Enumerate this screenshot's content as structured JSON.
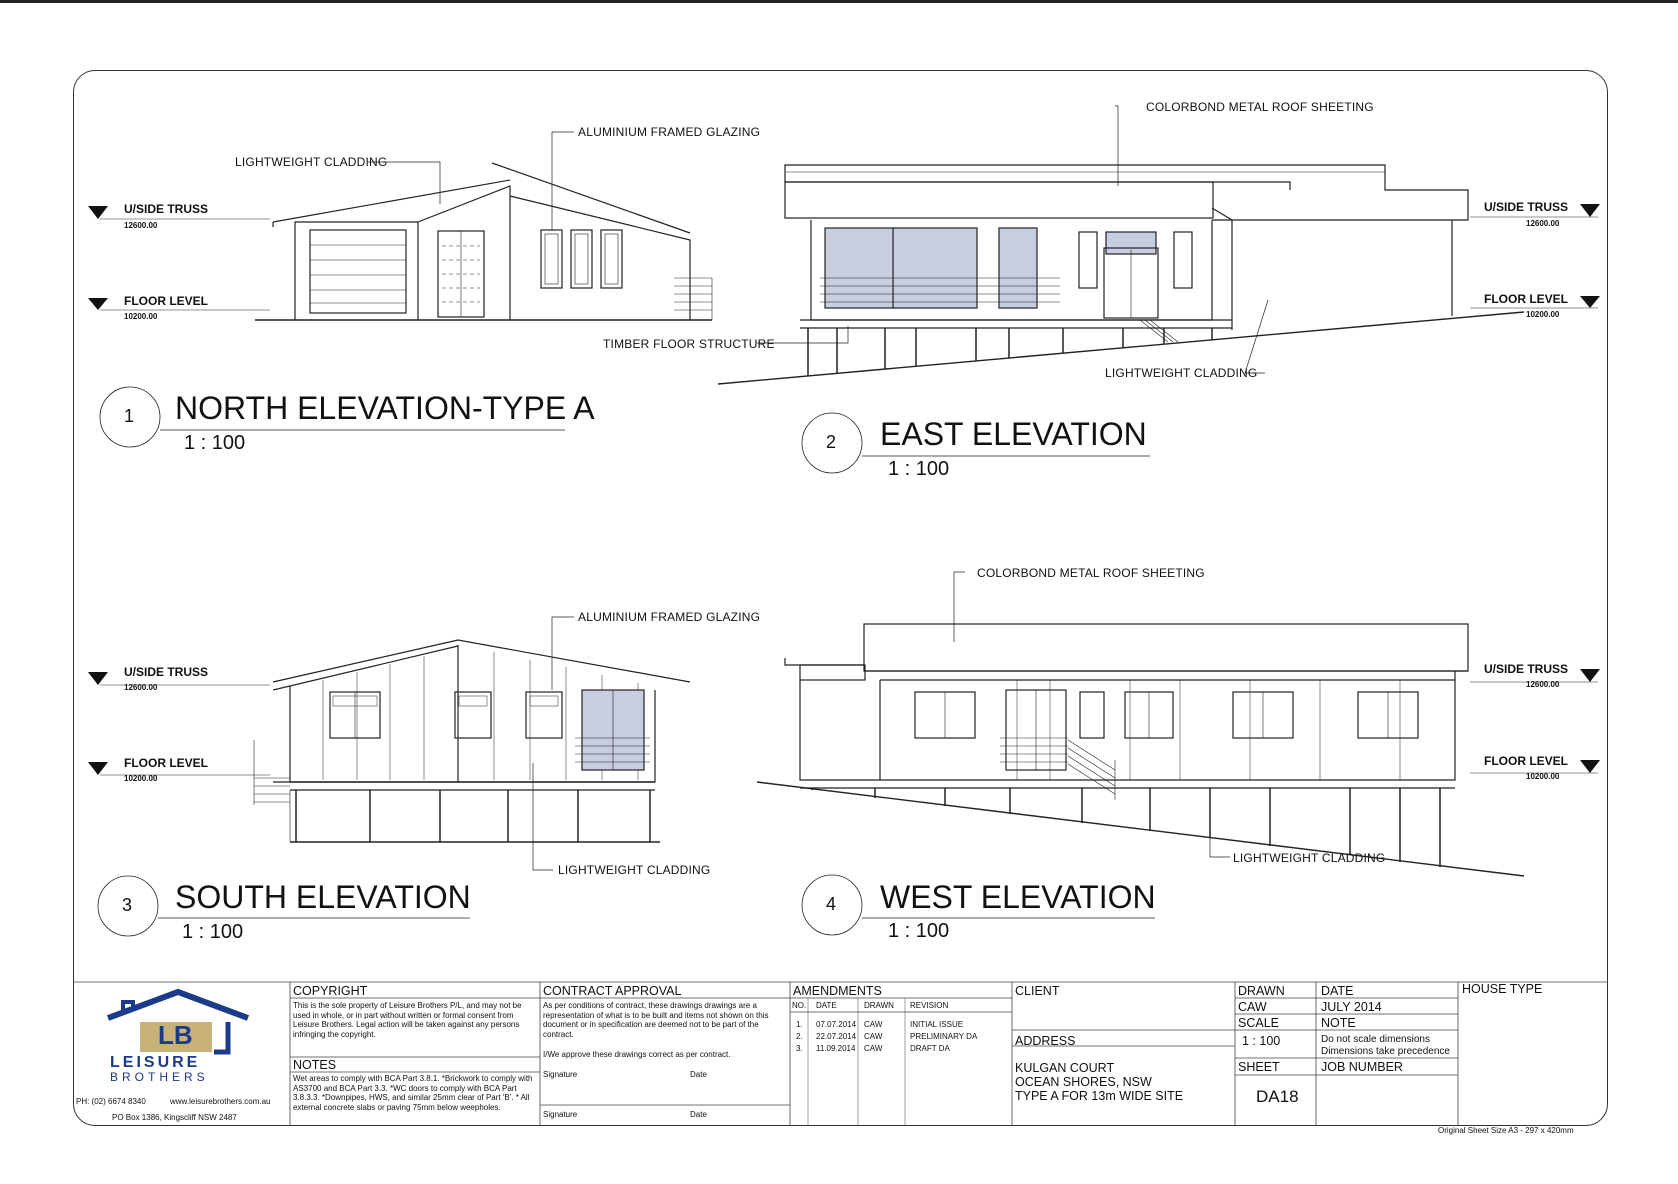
{
  "sheet": {
    "original_size": "Original Sheet Size A3 - 297 x 420mm"
  },
  "levels": {
    "truss_label": "U/SIDE TRUSS",
    "truss_value": "12600.00",
    "floor_label": "FLOOR LEVEL",
    "floor_value": "10200.00"
  },
  "elevations": [
    {
      "number": "1",
      "title": "NORTH ELEVATION-TYPE A",
      "scale": "1 : 100",
      "notes": [
        "ALUMINIUM FRAMED GLAZING",
        "LIGHTWEIGHT CLADDING"
      ]
    },
    {
      "number": "2",
      "title": "EAST ELEVATION",
      "scale": "1 : 100",
      "notes": [
        "COLORBOND METAL ROOF SHEETING",
        "TIMBER FLOOR STRUCTURE",
        "LIGHTWEIGHT CLADDING"
      ]
    },
    {
      "number": "3",
      "title": "SOUTH ELEVATION",
      "scale": "1 : 100",
      "notes": [
        "ALUMINIUM FRAMED GLAZING",
        "LIGHTWEIGHT CLADDING"
      ]
    },
    {
      "number": "4",
      "title": "WEST ELEVATION",
      "scale": "1 : 100",
      "notes": [
        "COLORBOND METAL ROOF SHEETING",
        "LIGHTWEIGHT CLADDING"
      ]
    }
  ],
  "title_block": {
    "logo": {
      "initials": "LB",
      "line1": "LEISURE",
      "line2": "BROTHERS"
    },
    "contact_phone": "PH: (02) 6674 8340",
    "contact_web": "www.leisurebrothers.com.au",
    "contact_po": "PO Box 1386, Kingscliff NSW 2487",
    "copyright_header": "COPYRIGHT",
    "copyright_text": "This is the sole property of Leisure Brothers P/L, and may not be used in whole, or in part without written or formal consent from Leisure Brothers. Legal action will be taken against any persons infringing the copyright.",
    "notes_header": "NOTES",
    "notes_text": "Wet areas to comply with BCA Part 3.8.1. *Brickwork to comply with AS3700 and BCA Part 3.3. *WC doors to comply with BCA Part 3.8.3.3. *Downpipes, HWS, and similar 25mm clear of Part 'B'. * All external concrete slabs or paving 75mm below weepholes.",
    "contract_header": "CONTRACT APPROVAL",
    "contract_text": "As per conditions of contract, these drawings drawings are a representation of what is to be built and items not shown on this document or in specification are deemed not to be part of the contract.",
    "contract_approve": "I/We approve these drawings correct as per contract.",
    "signature_label": "Signature",
    "date_label": "Date",
    "amendments_header": "AMENDMENTS",
    "amend_cols": [
      "NO.",
      "DATE",
      "DRAWN",
      "REVISION"
    ],
    "amendments": [
      {
        "no": "1.",
        "date": "07.07.2014",
        "drawn": "CAW",
        "revision": "INITIAL ISSUE"
      },
      {
        "no": "2.",
        "date": "22.07.2014",
        "drawn": "CAW",
        "revision": "PRELIMINARY DA"
      },
      {
        "no": "3.",
        "date": "11.09.2014",
        "drawn": "CAW",
        "revision": "DRAFT DA"
      }
    ],
    "client_header": "CLIENT",
    "address_header": "ADDRESS",
    "address_lines": [
      "KULGAN COURT",
      "OCEAN SHORES, NSW",
      "TYPE A FOR 13m WIDE SITE"
    ],
    "drawn_header": "DRAWN",
    "drawn_value": "CAW",
    "date_header": "DATE",
    "date_value": "JULY 2014",
    "scale_header": "SCALE",
    "scale_value": "1 : 100",
    "note_header": "NOTE",
    "note_lines": [
      "Do not scale dimensions",
      "Dimensions take precedence"
    ],
    "sheet_header": "SHEET",
    "sheet_value": "DA18",
    "job_header": "JOB NUMBER",
    "house_type_header": "HOUSE TYPE"
  }
}
